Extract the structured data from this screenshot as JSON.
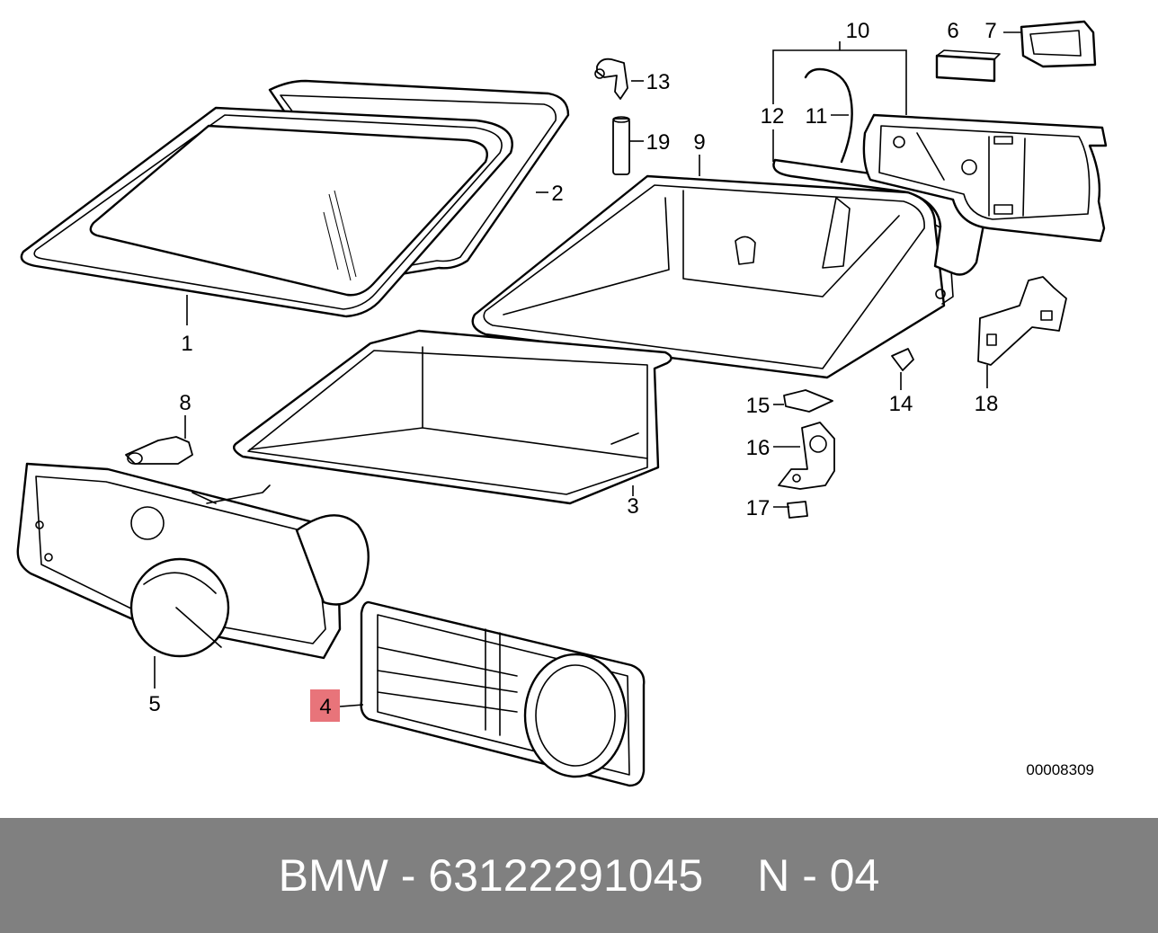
{
  "diagram": {
    "callouts": {
      "p1": "1",
      "p2": "2",
      "p3": "3",
      "p4": "4",
      "p5": "5",
      "p6": "6",
      "p7": "7",
      "p8": "8",
      "p9": "9",
      "p10": "10",
      "p11": "11",
      "p12": "12",
      "p13": "13",
      "p14": "14",
      "p15": "15",
      "p16": "16",
      "p17": "17",
      "p18": "18",
      "p19": "19"
    },
    "highlighted_callout": "4",
    "highlight_color": "#e8747a",
    "reference_code": "00008309"
  },
  "footer": {
    "brand": "BMW",
    "separator": "-",
    "part_number": "63122291045",
    "position_label": "N - 04",
    "background_color": "#808080",
    "text_color": "#ffffff"
  }
}
